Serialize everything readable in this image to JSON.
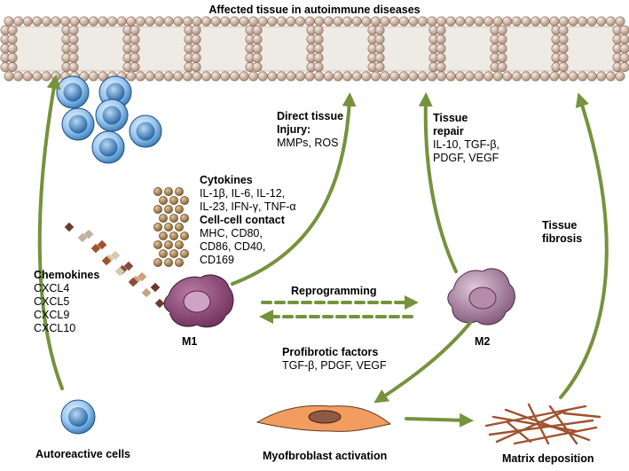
{
  "title": "Affected tissue in autoimmune diseases",
  "chemokines": {
    "heading": "Chemokines",
    "items": [
      "CXCL4",
      "CXCL5",
      "CXCL9",
      "CXCL10"
    ]
  },
  "cytokines": {
    "heading": "Cytokines",
    "lines": [
      "IL-1β, IL-6, IL-12,",
      "IL-23, IFN-γ, TNF-α"
    ]
  },
  "cell_contact": {
    "heading": "Cell-cell contact",
    "lines": [
      "MHC, CD80,",
      "CD86, CD40,",
      "CD169"
    ]
  },
  "injury": {
    "heading_lines": [
      "Direct tissue",
      "Injury:"
    ],
    "detail": "MMPs,  ROS"
  },
  "repair": {
    "heading_lines": [
      "Tissue",
      "repair"
    ],
    "lines": [
      "IL-10, TGF-β,",
      "PDGF, VEGF"
    ]
  },
  "fibrosis": {
    "lines": [
      "Tissue",
      "fibrosis"
    ]
  },
  "reprogramming": "Reprogramming",
  "m1": "M1",
  "m2": "M2",
  "profibrotic": {
    "heading": "Profibrotic factors",
    "detail": "TGF-β, PDGF, VEGF"
  },
  "autoreactive": "Autoreactive cells",
  "myofibroblast": "Myofbroblast activation",
  "matrix": "Matrix deposition",
  "colors": {
    "arrow": "#76923c",
    "tissue_bead": "#c9ae9d",
    "tissue_fill": "#eeeae4",
    "cell_blue": "#2e75b6",
    "macrophage": "#7a3b63",
    "myofibroblast": "#f39c60",
    "matrix": "#a0522d"
  }
}
